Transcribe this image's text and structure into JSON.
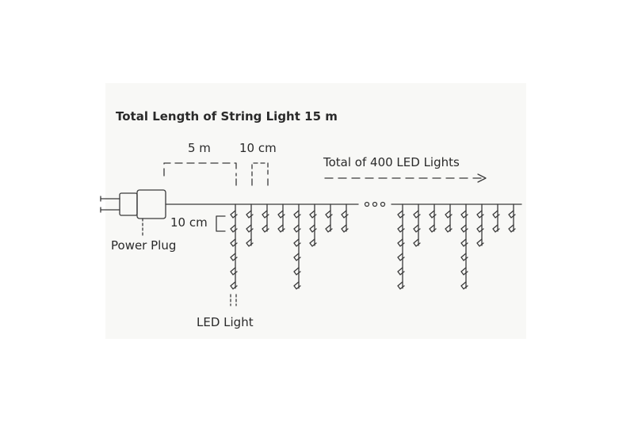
{
  "title": "Total Length of String Light 15 m",
  "labels": {
    "length_5m": "5 m",
    "spacing_10cm_horizontal": "10 cm",
    "total_leds": "Total of 400 LED Lights",
    "spacing_10cm_vertical": "10 cm",
    "power_plug": "Power Plug",
    "led_light": "LED Light"
  },
  "colors": {
    "line": "#3a3a3a",
    "text": "#2a2a2a",
    "panel": "#f8f8f6"
  }
}
